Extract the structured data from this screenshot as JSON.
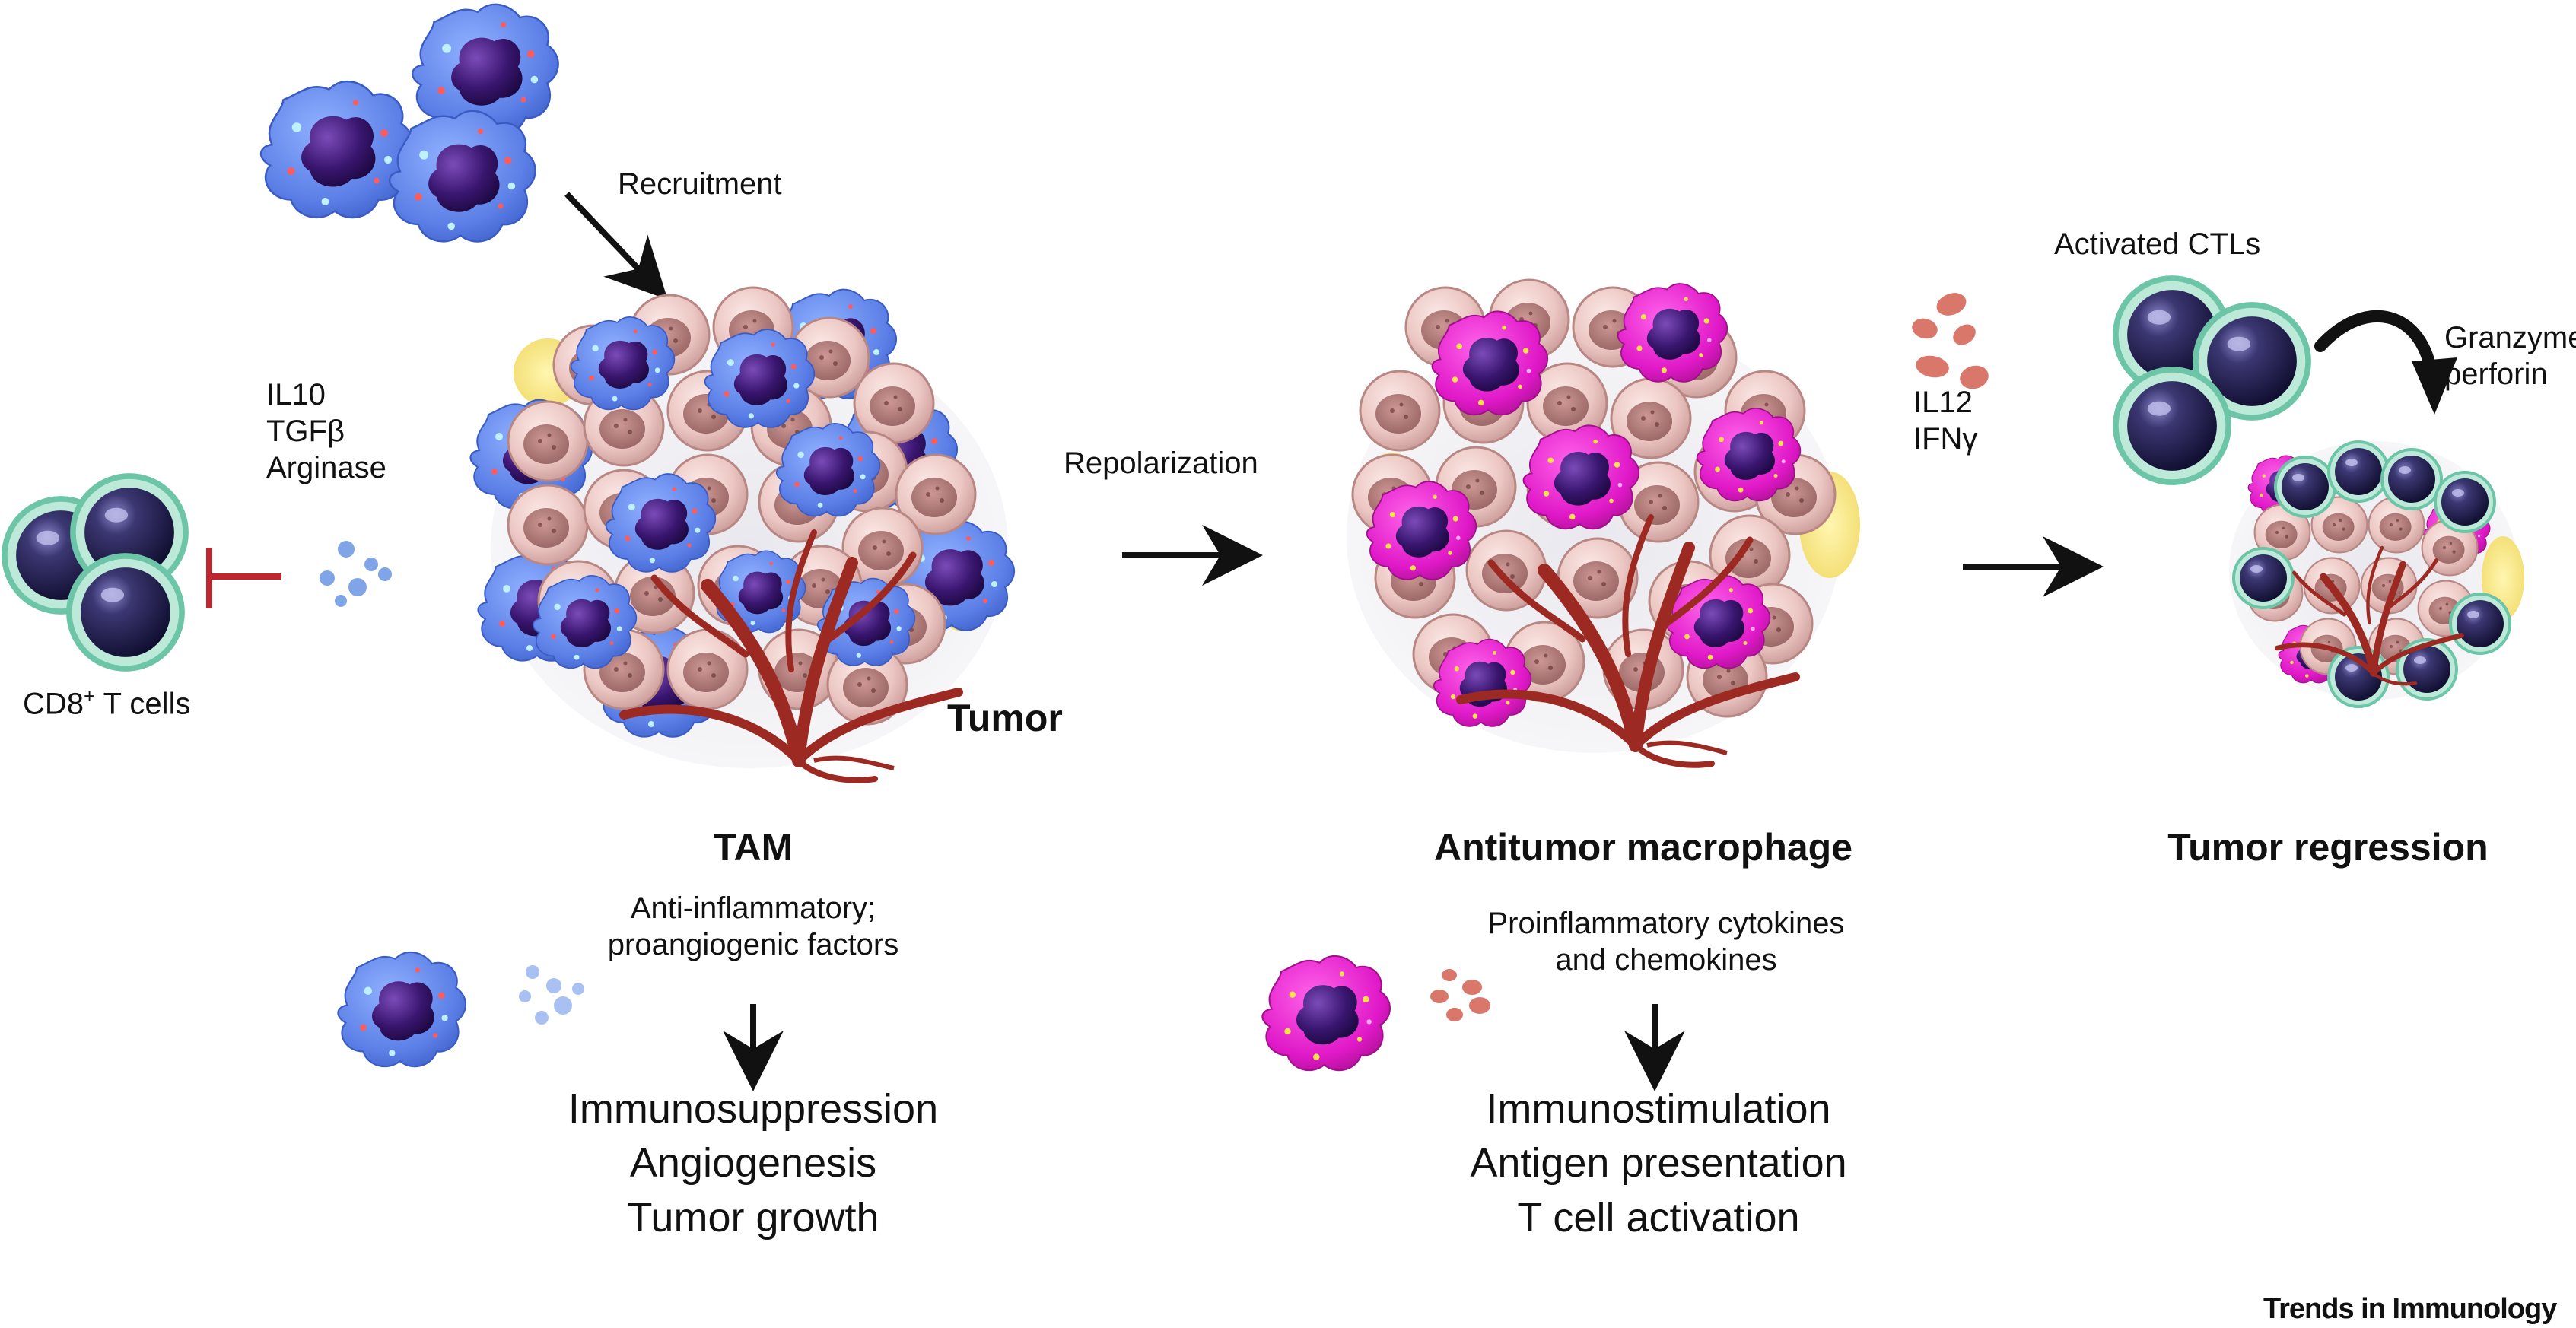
{
  "labels": {
    "recruitment": "Recruitment",
    "cd8_t_cells": "CD8",
    "cd8_sup": "+",
    "cd8_suffix": " T cells",
    "il10": "IL10",
    "tgfb": "TGFβ",
    "arginase": "Arginase",
    "tumor": "Tumor",
    "repolarization": "Repolarization",
    "il12": "IL12",
    "ifng": "IFNγ",
    "activated_ctls": "Activated CTLs",
    "granzyme": "Granzyme",
    "perforin": "perforin",
    "tam": "TAM",
    "antitumor_macrophage": "Antitumor macrophage",
    "tumor_regression": "Tumor regression",
    "tam_factors_1": "Anti-inflammatory;",
    "tam_factors_2": "proangiogenic factors",
    "anti_factors_1": "Proinflammatory cytokines",
    "anti_factors_2": "and chemokines",
    "tam_outcome_1": "Immunosuppression",
    "tam_outcome_2": "Angiogenesis",
    "tam_outcome_3": "Tumor growth",
    "anti_outcome_1": "Immunostimulation",
    "anti_outcome_2": "Antigen presentation",
    "anti_outcome_3": "T cell activation",
    "credit": "Trends in Immunology"
  },
  "colors": {
    "tam_blue": "#5b7fe6",
    "antitumor_magenta": "#e019c8",
    "tumor_pink": "#e9c1c0",
    "vessel_red": "#9c2a22",
    "nucleus": "#2b0f56",
    "tcell_teal": "#8fd6be",
    "inhibit_red": "#c0262d",
    "cytokine_salmon": "#d9776a",
    "cytokine_blue": "#7fa4e8"
  }
}
